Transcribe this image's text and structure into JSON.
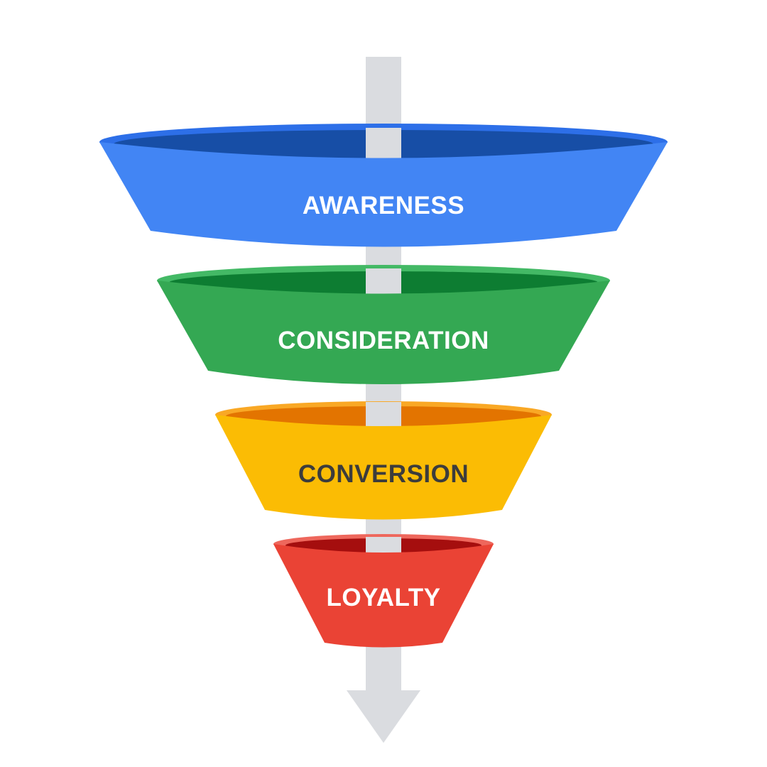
{
  "funnel": {
    "stages": [
      {
        "label": "AWARENESS",
        "body_color": "#4285F4",
        "rim_color": "#2D6FE8",
        "inner_color": "#174EA6",
        "text_color": "#FFFFFF"
      },
      {
        "label": "CONSIDERATION",
        "body_color": "#34A853",
        "rim_color": "#43B965",
        "inner_color": "#0D7D32",
        "text_color": "#FFFFFF"
      },
      {
        "label": "CONVERSION",
        "body_color": "#FBBC04",
        "rim_color": "#F9A825",
        "inner_color": "#E37400",
        "text_color": "#3C3C3C"
      },
      {
        "label": "LOYALTY",
        "body_color": "#EA4335",
        "rim_color": "#EE675C",
        "inner_color": "#A50E0E",
        "text_color": "#FFFFFF"
      }
    ],
    "arrow_color": "#DADCE0"
  }
}
